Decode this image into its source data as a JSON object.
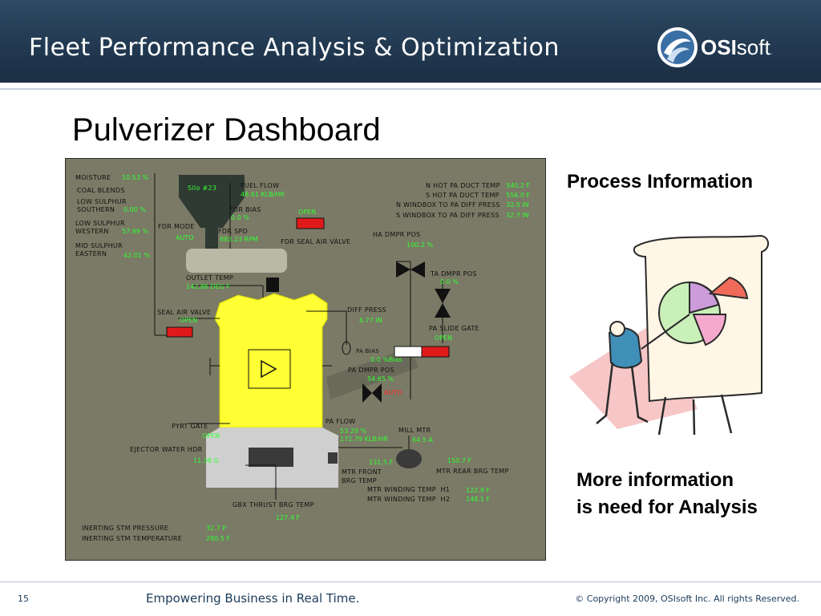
{
  "header": {
    "title": "Fleet Performance Analysis & Optimization",
    "logo_bold": "OSI",
    "logo_light": "soft",
    "logo_mark": "."
  },
  "slide": {
    "title": "Pulverizer Dashboard"
  },
  "side": {
    "heading": "Process Information",
    "more_line1": "More information",
    "more_line2": "is need for Analysis"
  },
  "footer": {
    "page": "15",
    "tagline": "Empowering Business in Real Time.",
    "copyright": "© Copyright 2009, OSIsoft Inc.  All rights Reserved."
  },
  "dashboard": {
    "moisture": {
      "label": "MOISTURE",
      "value": "10.53 %"
    },
    "coal_blends": {
      "label": "COAL BLENDS"
    },
    "low_sulphur_southern": {
      "label1": "LOW SULPHUR",
      "label2": "SOUTHERN",
      "value": "0.00 %"
    },
    "low_sulphur_western": {
      "label1": "LOW SULPHUR",
      "label2": "WESTERN",
      "value": "57.99 %"
    },
    "mid_sulphur_eastern": {
      "label1": "MID SULPHUR",
      "label2": "EASTERN",
      "value": "42.01 %"
    },
    "silo": {
      "label": "Silo #23"
    },
    "fuel_flow": {
      "label": "FUEL FLOW",
      "value": "48.61 KLB/HR"
    },
    "fdr_bias": {
      "label": "FDR BIAS",
      "value": "0.0 %"
    },
    "fdr_mode": {
      "label": "FDR MODE",
      "value": "AUTO"
    },
    "fdr_spd": {
      "label": "FDR SPD",
      "value": "883.23 RPM"
    },
    "fdr_seal_air_valve": {
      "label": "FDR SEAL AIR VALVE",
      "value": "OPEN"
    },
    "n_hot_pa_duct_temp": {
      "label": "N HOT PA DUCT TEMP",
      "value": "540.2 F"
    },
    "s_hot_pa_duct_temp": {
      "label": "S HOT PA DUCT TEMP",
      "value": "556.0 F"
    },
    "n_windbox_diff": {
      "label": "N WINDBOX TO PA DIFF PRESS",
      "value": "32.5 IN"
    },
    "s_windbox_diff": {
      "label": "S WINDBOX TO PA DIFF PRESS",
      "value": "32.7 IN"
    },
    "ha_dmpr_pos": {
      "label": "HA DMPR POS",
      "value": "100.2 %"
    },
    "ta_dmpr_pos": {
      "label": "TA DMPR POS",
      "value": "0.0 %"
    },
    "outlet_temp": {
      "label": "OUTLET TEMP",
      "value": "142.86 DEG F"
    },
    "seal_air_valve": {
      "label": "SEAL AIR VALVE",
      "value": "OPEN"
    },
    "diff_press": {
      "label": "DIFF PRESS",
      "value": "6.77 IN"
    },
    "pa_slide_gate": {
      "label": "PA SLIDE GATE",
      "value": "OPEN"
    },
    "pa_bias": {
      "label": "PA BIAS",
      "value": "0.0 %Bias"
    },
    "pa_dmpr_pos": {
      "label": "PA DMPR POS",
      "value": "54.65 %",
      "mode": "AUTO"
    },
    "pa_flow": {
      "label": "PA FLOW",
      "value1": "53.29 %",
      "value2": "172.79 KLB/HR"
    },
    "pyrt_gate": {
      "label": "PYRT GATE",
      "value": "OPEN"
    },
    "mill_mtr": {
      "label": "MILL MTR",
      "value": "64.5 A"
    },
    "ejector_water_hdr": {
      "label": "EJECTOR WATER HDR",
      "value": "11.38 G"
    },
    "mtr_front_brg_temp": {
      "label1": "MTR FRONT",
      "label2": "BRG TEMP",
      "value": "131.5 F"
    },
    "mtr_rear_brg_temp": {
      "label": "MTR REAR BRG TEMP",
      "value": "150.7 F"
    },
    "mtr_winding_h1": {
      "label": "MTR WINDING TEMP  H1",
      "value": "122.9 F"
    },
    "mtr_winding_h2": {
      "label": "MTR WINDING TEMP  H2",
      "value": "148.1 F"
    },
    "gbx_thrust_brg_temp": {
      "label": "GBX THRUST BRG TEMP",
      "value": "127.4 F"
    },
    "inerting_stm_pressure": {
      "label": "INERTING STM PRESSURE",
      "value": "32.7 P"
    },
    "inerting_stm_temperature": {
      "label": "INERTING STM TEMPERATURE",
      "value": "280.5 F"
    }
  }
}
